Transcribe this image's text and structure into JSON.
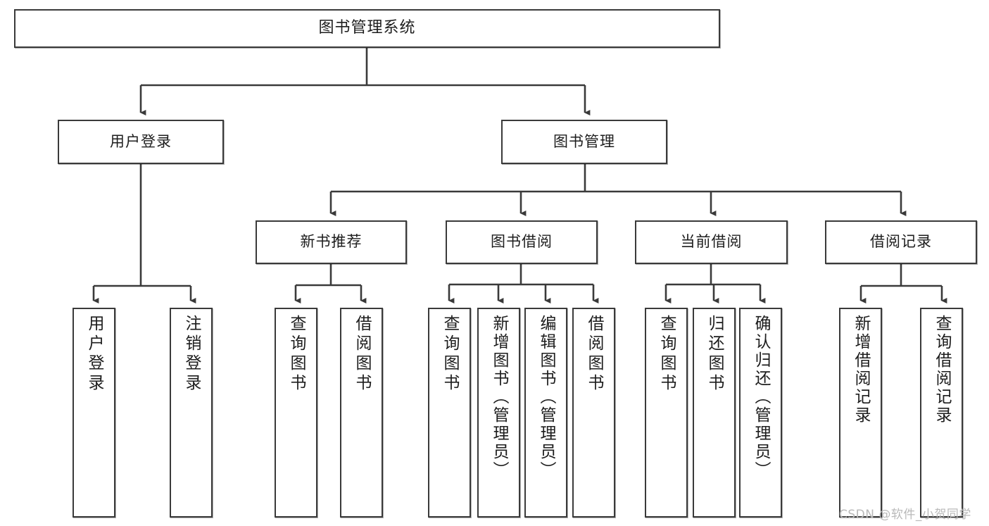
{
  "diagram": {
    "type": "tree",
    "title": "图书管理系统",
    "root": {
      "label": "图书管理系统"
    },
    "level1": [
      {
        "label": "用户登录"
      },
      {
        "label": "图书管理"
      }
    ],
    "level2": [
      {
        "label": "新书推荐"
      },
      {
        "label": "图书借阅"
      },
      {
        "label": "当前借阅"
      },
      {
        "label": "借阅记录"
      }
    ],
    "leaves": {
      "user_login": [
        {
          "label": "用户登录"
        },
        {
          "label": "注销登录"
        }
      ],
      "new_book_recommend": [
        {
          "label": "查询图书"
        },
        {
          "label": "借阅图书"
        }
      ],
      "book_borrow": [
        {
          "label": "查询图书"
        },
        {
          "label": "新增图书（管理员）"
        },
        {
          "label": "编辑图书（管理员）"
        },
        {
          "label": "借阅图书"
        }
      ],
      "current_borrow": [
        {
          "label": "查询图书"
        },
        {
          "label": "归还图书"
        },
        {
          "label": "确认归还（管理员）"
        }
      ],
      "borrow_record": [
        {
          "label": "新增借阅记录"
        },
        {
          "label": "查询借阅记录"
        }
      ]
    }
  },
  "watermark": {
    "text": "CSDN @软件_小贺同学"
  },
  "colors": {
    "background": "#ffffff",
    "node_border": "#3a3a3a",
    "node_fill": "#ffffff",
    "edge": "#3a3a3a",
    "text": "#1d1d1d",
    "watermark": "#b9b9b9"
  }
}
